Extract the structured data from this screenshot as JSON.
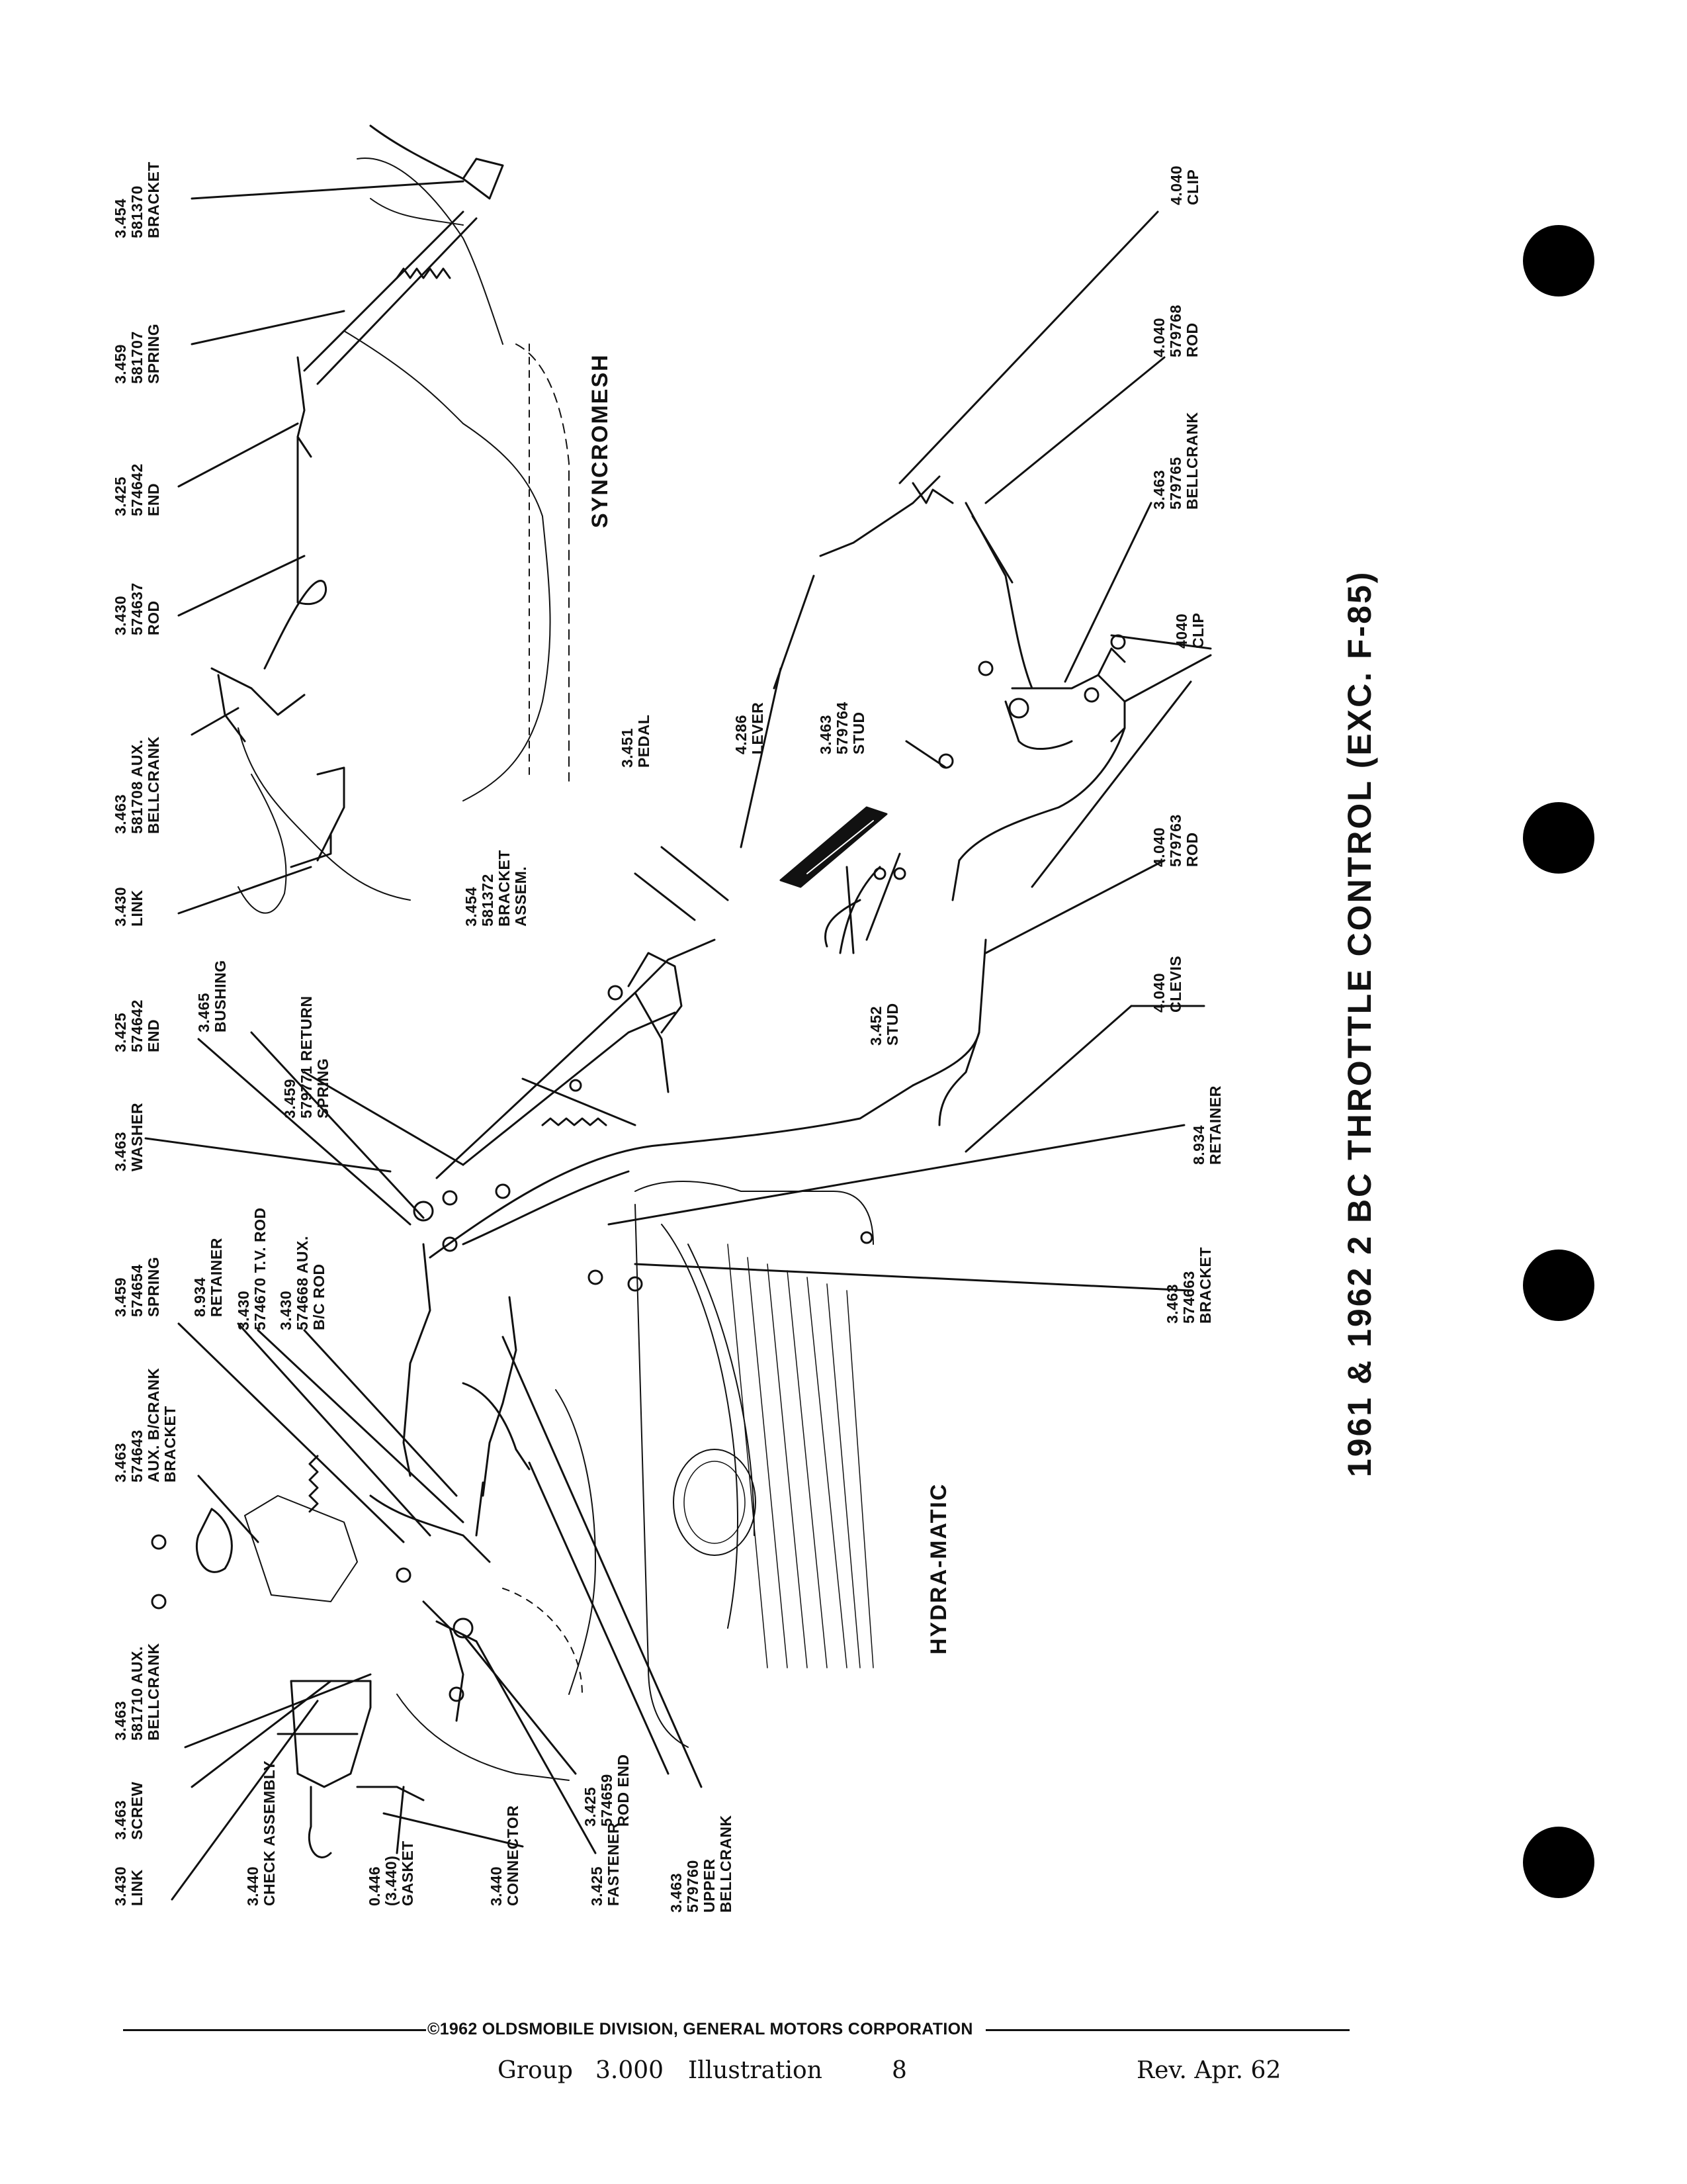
{
  "title": "1961 & 1962 2 BC THROTTLE CONTROL (EXC. F-85)",
  "sections": {
    "syncromesh": "SYNCROMESH",
    "hydramatic": "HYDRA-MATIC"
  },
  "callouts": {
    "c01": [
      "3.454",
      "581370",
      "BRACKET"
    ],
    "c02": [
      "3.459",
      "581707",
      "SPRING"
    ],
    "c03": [
      "3.425",
      "574642",
      "END"
    ],
    "c04": [
      "3.430",
      "574637",
      "ROD"
    ],
    "c05": [
      "3.463",
      "581708 AUX.",
      "BELLCRANK"
    ],
    "c06": [
      "3.430",
      "LINK"
    ],
    "c07": [
      "3.425",
      "574642",
      "END"
    ],
    "c08": [
      "3.465",
      "BUSHING"
    ],
    "c09": [
      "3.459",
      "579771 RETURN",
      "SPRING"
    ],
    "c10": [
      "3.463",
      "WASHER"
    ],
    "c11": [
      "3.459",
      "574654",
      "SPRING"
    ],
    "c12": [
      "8.934",
      "RETAINER"
    ],
    "c13": [
      "3.430",
      "574670 T.V. ROD"
    ],
    "c14": [
      "3.430",
      "574668 AUX.",
      "B/C ROD"
    ],
    "c15": [
      "3.463",
      "574643",
      "AUX. B/CRANK",
      "BRACKET"
    ],
    "c16": [
      "3.463",
      "581710 AUX.",
      "BELLCRANK"
    ],
    "c17": [
      "3.463",
      "SCREW"
    ],
    "c18": [
      "3.430",
      "LINK"
    ],
    "c19": [
      "3.440",
      "CHECK ASSEMBLY"
    ],
    "c20": [
      "0.446",
      "(3.440)",
      "GASKET"
    ],
    "c21": [
      "3.440",
      "CONNECTOR"
    ],
    "c22": [
      "3.425",
      "FASTENER"
    ],
    "c23": [
      "3.425",
      "574659",
      "ROD END"
    ],
    "c24": [
      "3.463",
      "579760",
      "UPPER",
      "BELLCRANK"
    ],
    "c25": [
      "3.454",
      "581372",
      "BRACKET",
      "ASSEM."
    ],
    "c26": [
      "3.451",
      "PEDAL"
    ],
    "c27": [
      "3.452",
      "STUD"
    ],
    "c28": [
      "4.286",
      "LEVER"
    ],
    "c29": [
      "3.463",
      "579764",
      "STUD"
    ],
    "c30": [
      "4.040",
      "CLIP"
    ],
    "c31": [
      "4.040",
      "579768",
      "ROD"
    ],
    "c32": [
      "3.463",
      "579765",
      "BELLCRANK"
    ],
    "c33": [
      "4040",
      "CLIP"
    ],
    "c34": [
      "4.040",
      "579763",
      "ROD"
    ],
    "c35": [
      "4.040",
      "CLEVIS"
    ],
    "c36": [
      "8.934",
      "RETAINER"
    ],
    "c37": [
      "3.463",
      "574663",
      "BRACKET"
    ]
  },
  "footer": {
    "copyright": "©1962 OLDSMOBILE DIVISION, GENERAL MOTORS CORPORATION",
    "group_label": "Group",
    "group_value": "3.000",
    "illustration_label": "Illustration",
    "illustration_value": "8",
    "revision": "Rev. Apr. 62"
  }
}
